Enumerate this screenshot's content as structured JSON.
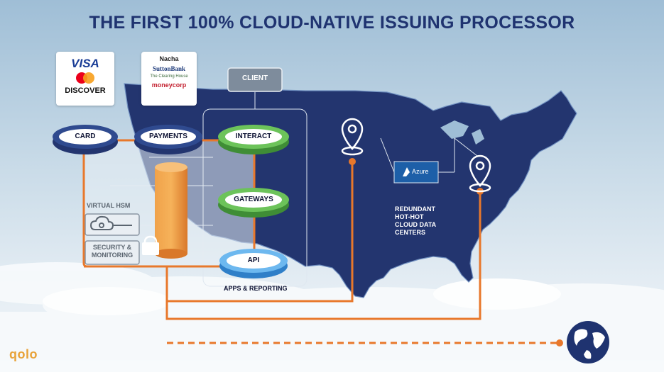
{
  "colors": {
    "title": "#1f3370",
    "map": "#23356f",
    "orange": "#e8782b",
    "green": "#58b14b",
    "navy_ring": "#23356f",
    "blue_ring": "#5aa9e6",
    "client_box": "#7e8c9c"
  },
  "header": {
    "title": "THE FIRST 100% CLOUD-NATIVE ISSUING PROCESSOR"
  },
  "card_networks": {
    "visa": "VISA",
    "discover": "DISCOVER"
  },
  "payment_partners": [
    "Nacha",
    "SuttonBank",
    "The Clearing House",
    "moneycorp"
  ],
  "nodes": {
    "card": "CARD",
    "payments": "PAYMENTS",
    "client": "CLIENT",
    "interact": "INTERACT",
    "gateways": "GATEWAYS",
    "api": "API",
    "apps_reporting": "APPS & REPORTING",
    "virtual_hsm": "VIRTUAL HSM",
    "security_monitoring_1": "SECURITY &",
    "security_monitoring_2": "MONITORING",
    "azure": "Azure"
  },
  "datacenters": {
    "line1": "REDUNDANT",
    "line2": "HOT-HOT",
    "line3": "CLOUD DATA",
    "line4": "CENTERS"
  },
  "brand": {
    "logo": "qolo"
  },
  "icons": [
    "location-pin-icon",
    "location-pin-icon",
    "azure-icon",
    "globe-icon",
    "cloud-key-icon",
    "database-icon",
    "padlock-icon"
  ]
}
